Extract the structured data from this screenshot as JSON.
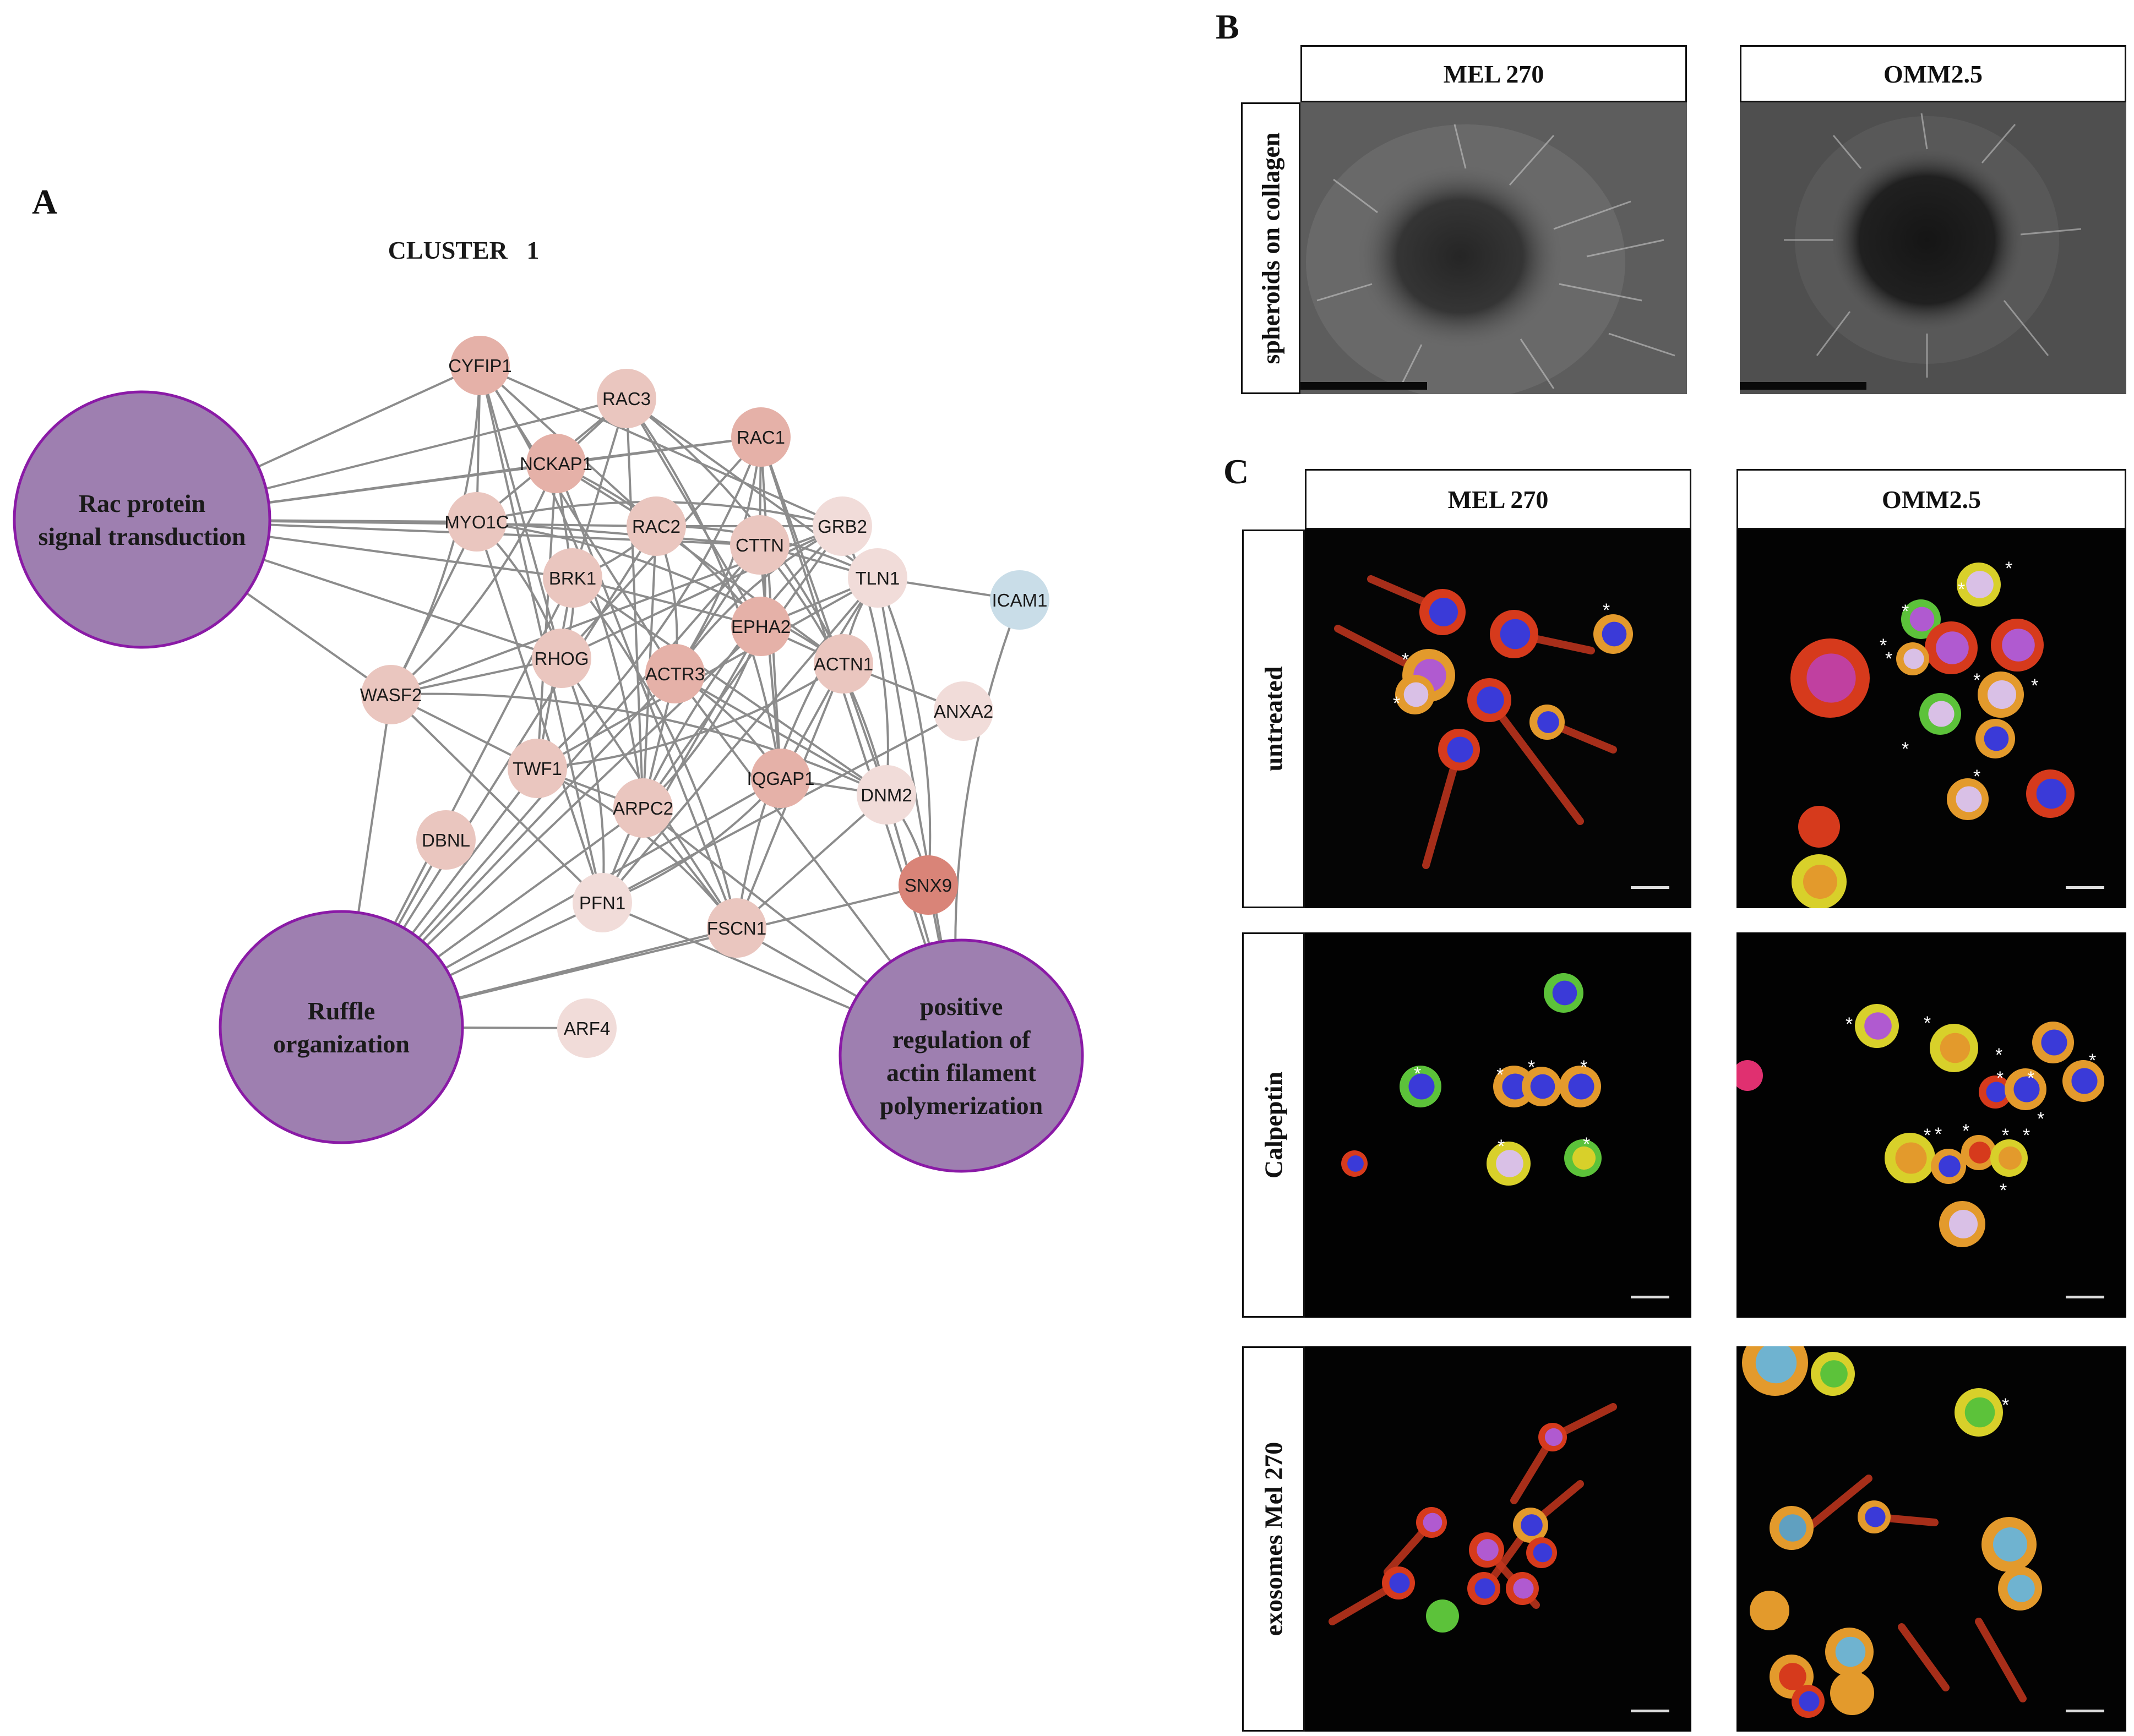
{
  "panel_a": {
    "letter": "A",
    "title": "CLUSTER   1",
    "terms": [
      {
        "id": "rac",
        "lines": [
          "Rac protein",
          "signal transduction"
        ]
      },
      {
        "id": "ruffle",
        "lines": [
          "Ruffle",
          "organization"
        ]
      },
      {
        "id": "actin",
        "lines": [
          "positive",
          "regulation of",
          "actin filament",
          "polymerization"
        ]
      }
    ],
    "nodes": [
      "CYFIP1",
      "RAC3",
      "RAC1",
      "NCKAP1",
      "MYO1C",
      "RAC2",
      "CTTN",
      "GRB2",
      "BRK1",
      "TLN1",
      "ICAM1",
      "RHOG",
      "EPHA2",
      "ACTR3",
      "ACTN1",
      "WASF2",
      "ANXA2",
      "TWF1",
      "IQGAP1",
      "ARPC2",
      "DNM2",
      "DBNL",
      "SNX9",
      "PFN1",
      "FSCN1",
      "ARF4"
    ],
    "colors": {
      "term_fill": "#9e7fb0",
      "term_stroke": "#8a1aa6",
      "edge": "#8c8c8c",
      "icam1": "#c9dde8",
      "snx9": "#d98478"
    }
  },
  "panel_b": {
    "letter": "B",
    "columns": [
      "MEL 270",
      "OMM2.5"
    ],
    "row_label": "spheroids on collagen"
  },
  "panel_c": {
    "letter": "C",
    "columns": [
      "MEL 270",
      "OMM2.5"
    ],
    "rows": [
      "untreated",
      "Calpeptin",
      "exosomes Mel 270"
    ],
    "marker": "*"
  }
}
